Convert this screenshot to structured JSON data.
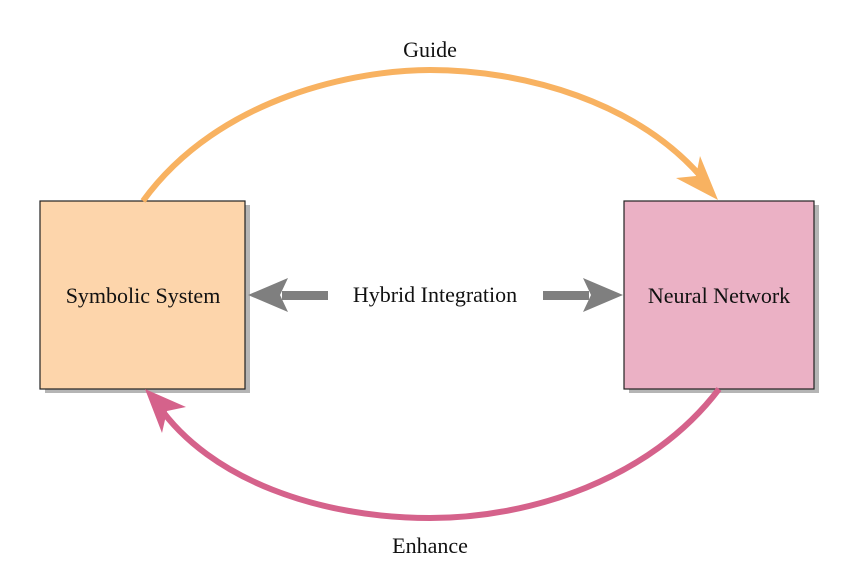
{
  "nodes": {
    "symbolic": {
      "label": "Symbolic System",
      "fill": "#fdd5ab"
    },
    "neural": {
      "label": "Neural Network",
      "fill": "#ebb1c5"
    }
  },
  "edges": {
    "guide": {
      "label": "Guide",
      "color": "#f8b261"
    },
    "enhance": {
      "label": "Enhance",
      "color": "#d5628b"
    },
    "hybrid": {
      "label": "Hybrid Integration",
      "color": "#7f7f7f"
    }
  },
  "colors": {
    "box_border": "#222222",
    "shadow": "#b5b5b5",
    "text": "#111111"
  }
}
